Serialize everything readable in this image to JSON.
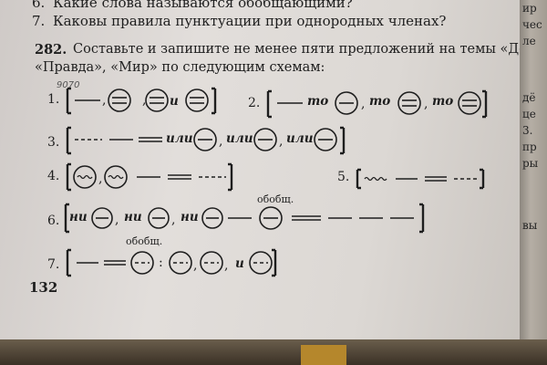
{
  "questions": [
    {
      "label": "6.",
      "text": "Какие слова называются обобщающими?"
    },
    {
      "label": "7.",
      "text": "Каковы правила пунктуации при однородных членах?"
    }
  ],
  "task": {
    "number": "282.",
    "line1": "Составьте и запишите не менее пяти предложений на темы «Добро»,",
    "line2": "«Правда», «Мир» по следующим схемам:"
  },
  "schemes": {
    "s1": {
      "label": "1.",
      "words": [
        ",",
        ",",
        "и"
      ]
    },
    "s2": {
      "label": "2.",
      "words": [
        "то",
        ",",
        "то",
        ",",
        "то"
      ]
    },
    "s3": {
      "label": "3.",
      "words": [
        "или",
        ",",
        "или",
        ",",
        "или"
      ]
    },
    "s4": {
      "label": "4.",
      "words": [
        ","
      ]
    },
    "s5": {
      "label": "5."
    },
    "s6": {
      "label": "6.",
      "words": [
        "ни",
        ",",
        "ни",
        ",",
        "ни"
      ],
      "note": "обобщ."
    },
    "s7": {
      "label": "7.",
      "words": [
        ":",
        ",",
        ",",
        "и"
      ],
      "note": "обобщ."
    }
  },
  "handwriting": "9070",
  "page_number": "132",
  "side_fragments": [
    "ир",
    "чес",
    "ле",
    "дё",
    "це",
    "3.",
    "пр",
    "ры",
    "вы"
  ],
  "colors": {
    "paper": "#dcd8d4",
    "ink": "#1e1e1e"
  }
}
